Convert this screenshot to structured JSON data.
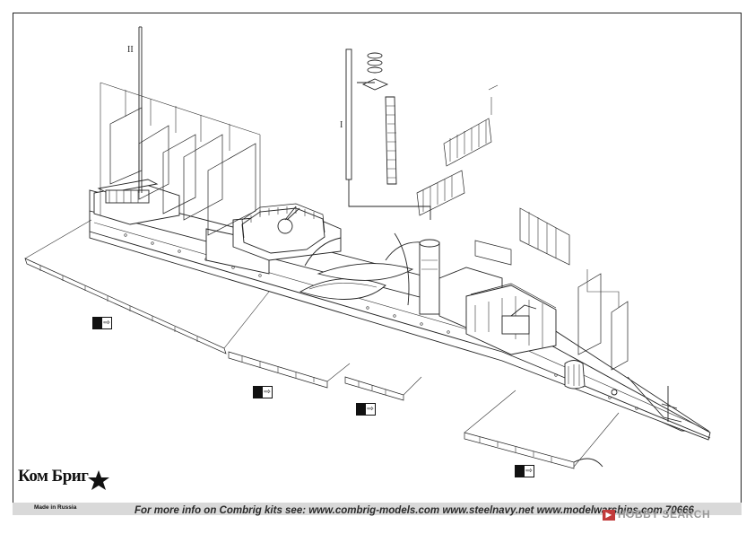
{
  "drawing": {
    "subject": "ship-model-assembly-diagram",
    "callout_labels": {
      "roman_two": "II",
      "roman_one": "I"
    },
    "marker_icons": [
      "photo-etch-marker-icon",
      "photo-etch-marker-icon",
      "photo-etch-marker-icon",
      "photo-etch-marker-icon"
    ]
  },
  "footer": {
    "text": "For more info on Combrig kits see: www.combrig-models.com www.steelnavy.net  www.modelwarships.com  70666"
  },
  "logo": {
    "name": "Ком Бриг",
    "tagline": "Made in Russia"
  },
  "watermark": {
    "text": "HOBBY SEARCH"
  }
}
